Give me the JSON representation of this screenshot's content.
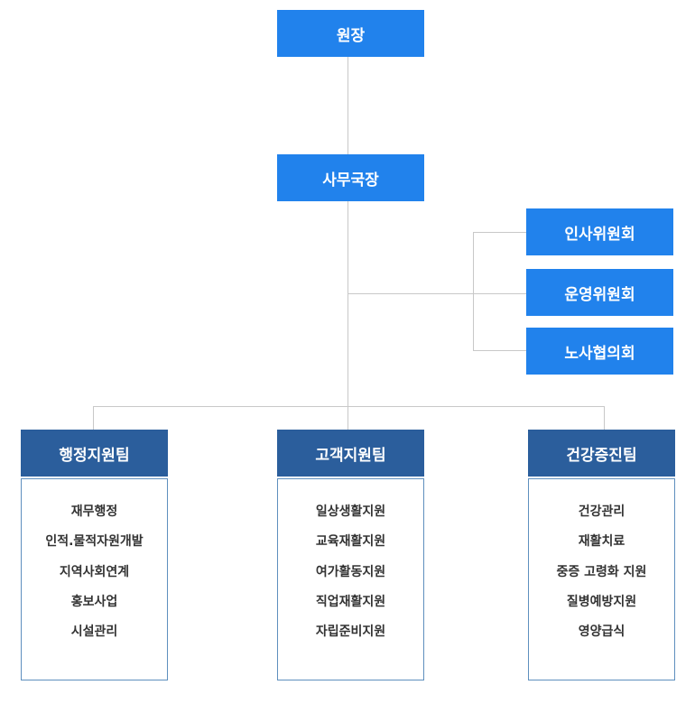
{
  "colors": {
    "primary_box": "#2182ec",
    "team_box": "#2b5e9c",
    "connector": "#c8c8c8",
    "panel_border": "#5e8fbe"
  },
  "director": "원장",
  "secretary_general": "사무국장",
  "committees": [
    "인사위원회",
    "운영위원회",
    "노사협의회"
  ],
  "teams": [
    {
      "name": "행정지원팀",
      "duties": [
        "재무행정",
        "인적.물적자원개발",
        "지역사회연계",
        "홍보사업",
        "시설관리"
      ]
    },
    {
      "name": "고객지원팀",
      "duties": [
        "일상생활지원",
        "교육재활지원",
        "여가활동지원",
        "직업재활지원",
        "자립준비지원"
      ]
    },
    {
      "name": "건강증진팀",
      "duties": [
        "건강관리",
        "재활치료",
        "중증 고령화 지원",
        "질병예방지원",
        "영양급식"
      ]
    }
  ]
}
